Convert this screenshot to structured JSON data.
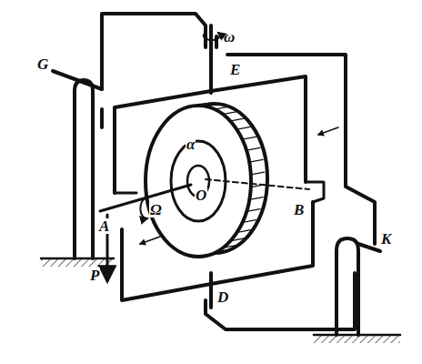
{
  "diagram": {
    "labels": [
      "ω",
      "E",
      "G",
      "α",
      "A",
      "Ω",
      "O",
      "B",
      "K",
      "P",
      "D"
    ]
  }
}
